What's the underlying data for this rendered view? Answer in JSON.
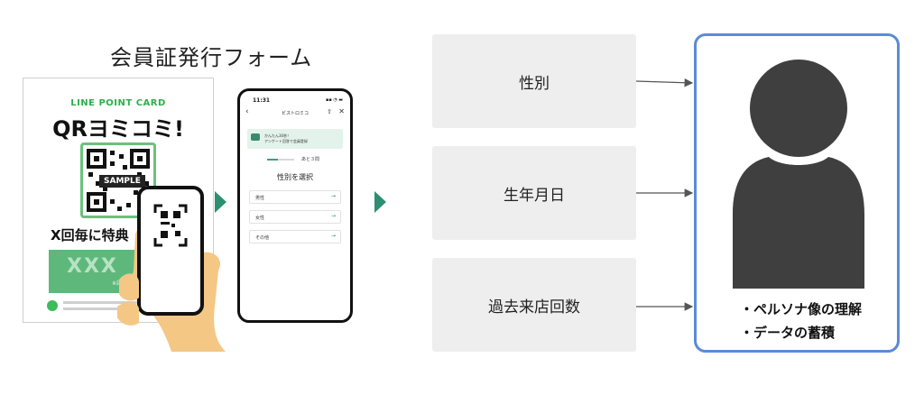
{
  "form_title": "会員証発行フォーム",
  "poster": {
    "kicker": "LINE POINT CARD",
    "headline": "QRヨミコミ!",
    "qr_sample": "SAMPLE",
    "tagline": "X回毎に特典",
    "promo": "XXX",
    "note": "※詳細はスタッフ"
  },
  "phone": {
    "time": "11:31",
    "status": "▪▪ ◔ ▬",
    "back_icon": "‹",
    "app_name": "ビストロミコ",
    "share_icon": "⇧",
    "close_icon": "✕",
    "banner_line1": "かんたん30秒！",
    "banner_line2": "アンケート回答で会員登録",
    "progress": 0.4,
    "remaining": "あと３問",
    "question": "性別を選択",
    "options": [
      {
        "label": "男性",
        "arrow": "→"
      },
      {
        "label": "女性",
        "arrow": "→"
      },
      {
        "label": "その他",
        "arrow": "→"
      }
    ]
  },
  "attributes": [
    {
      "label": "性別"
    },
    {
      "label": "生年月日"
    },
    {
      "label": "過去来店回数"
    }
  ],
  "persona": {
    "points": [
      "・ペルソナ像の理解",
      "・データの蓄積"
    ]
  },
  "colors": {
    "accent_green": "#2f8f73",
    "persona_border": "#5b8ad8",
    "attr_bg": "#eeeeee"
  }
}
